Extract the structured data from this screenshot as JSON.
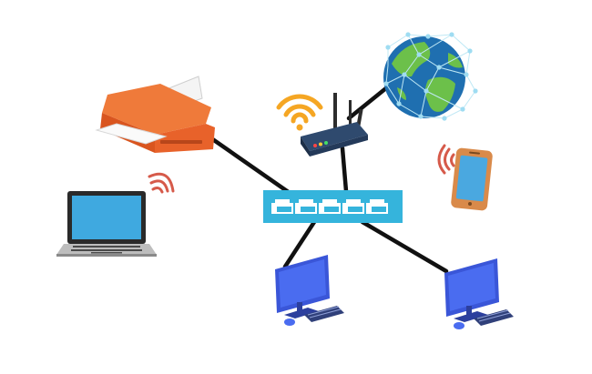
{
  "diagram": {
    "nodes": [
      {
        "id": "printer",
        "icon": "printer-icon"
      },
      {
        "id": "laptop",
        "icon": "laptop-icon",
        "wireless": true
      },
      {
        "id": "router",
        "icon": "router-icon",
        "wireless": true
      },
      {
        "id": "internet",
        "icon": "globe-icon"
      },
      {
        "id": "smartphone",
        "icon": "smartphone-icon",
        "wireless": true
      },
      {
        "id": "switch",
        "icon": "network-switch-icon",
        "ports": 5
      },
      {
        "id": "desktop-left",
        "icon": "desktop-computer-icon"
      },
      {
        "id": "desktop-right",
        "icon": "desktop-computer-icon"
      }
    ],
    "links": [
      {
        "from": "printer",
        "to": "switch",
        "type": "cable"
      },
      {
        "from": "router",
        "to": "switch",
        "type": "cable"
      },
      {
        "from": "router",
        "to": "internet",
        "type": "cable"
      },
      {
        "from": "switch",
        "to": "desktop-left",
        "type": "cable"
      },
      {
        "from": "switch",
        "to": "desktop-right",
        "type": "cable"
      }
    ],
    "colors": {
      "cable": "#111111",
      "switch": "#35b4dc",
      "printer": "#e8622a",
      "laptop_screen": "#3fa9e0",
      "monitor": "#4a6cf0",
      "router": "#243a5a",
      "wifi_signal": "#f5a623",
      "ocean": "#1f6fb0",
      "land": "#6cc04a",
      "phone_body": "#d98a4a",
      "phone_screen": "#4aa8e0",
      "signal_waves": "#d65a4a"
    }
  }
}
